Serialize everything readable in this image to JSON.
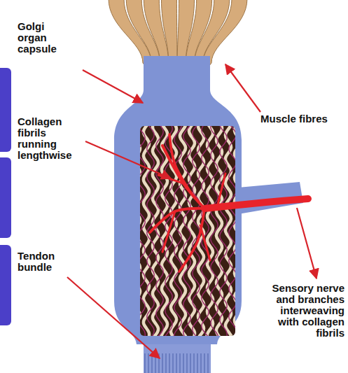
{
  "diagram": {
    "labels": [
      "Golgi organ capsule",
      "Muscle fibres",
      "Collagen fibrils running lengthwise",
      "Tendon bundle",
      "Sensory nerve and branches interweaving with collagen fibrils"
    ]
  }
}
